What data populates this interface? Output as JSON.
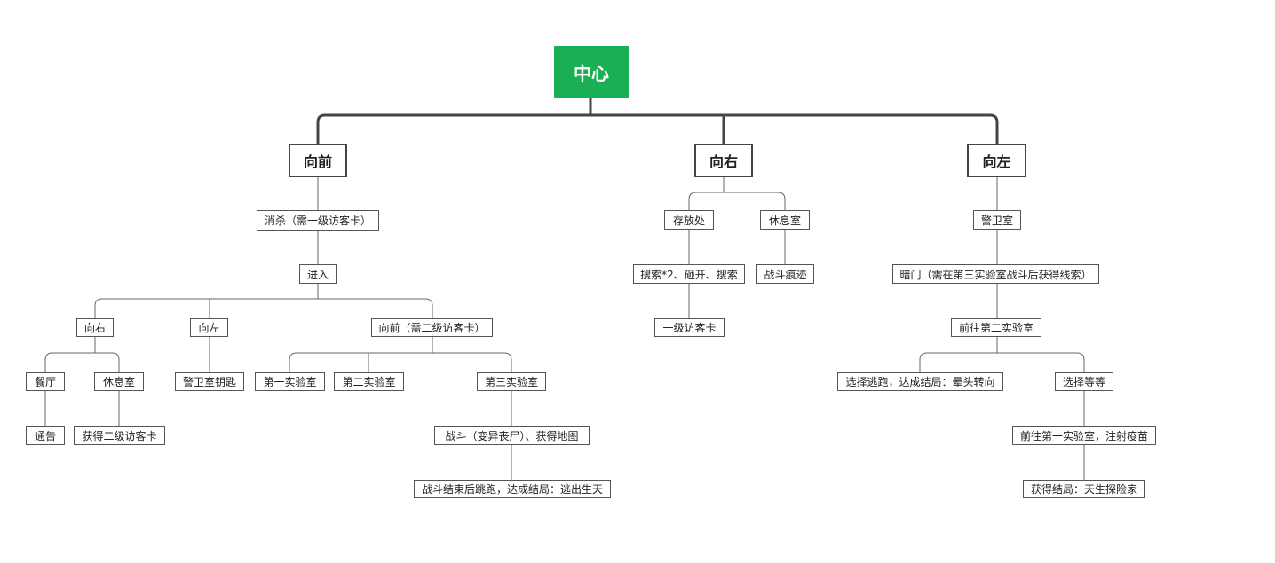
{
  "root": {
    "label": "中心"
  },
  "branches": {
    "forward": {
      "label": "向前",
      "kill": "消杀（需一级访客卡）",
      "enter": "进入",
      "right": "向右",
      "left": "向左",
      "forward2": "向前（需二级访客卡）",
      "dining": "餐厅",
      "notice": "通告",
      "lounge": "休息室",
      "get_card2": "获得二级访客卡",
      "guard_key": "警卫室钥匙",
      "lab1": "第一实验室",
      "lab2": "第二实验室",
      "lab3": "第三实验室",
      "fight": "战斗（变异丧尸）、获得地图",
      "end_escape": "战斗结束后跳跑，达成结局：逃出生天"
    },
    "right": {
      "label": "向右",
      "storage": "存放处",
      "lounge": "休息室",
      "search": "搜索*2、砸开、搜索",
      "battle_trace": "战斗痕迹",
      "card1": "一级访客卡"
    },
    "left": {
      "label": "向左",
      "guard_room": "警卫室",
      "secret_door": "暗门（需在第三实验室战斗后获得线索）",
      "goto_lab2": "前往第二实验室",
      "choose_escape": "选择逃跑，达成结局：晕头转向",
      "choose_wait": "选择等等",
      "goto_lab1": "前往第一实验室，注射疫苗",
      "end_explorer": "获得结局：天生探险家"
    }
  }
}
